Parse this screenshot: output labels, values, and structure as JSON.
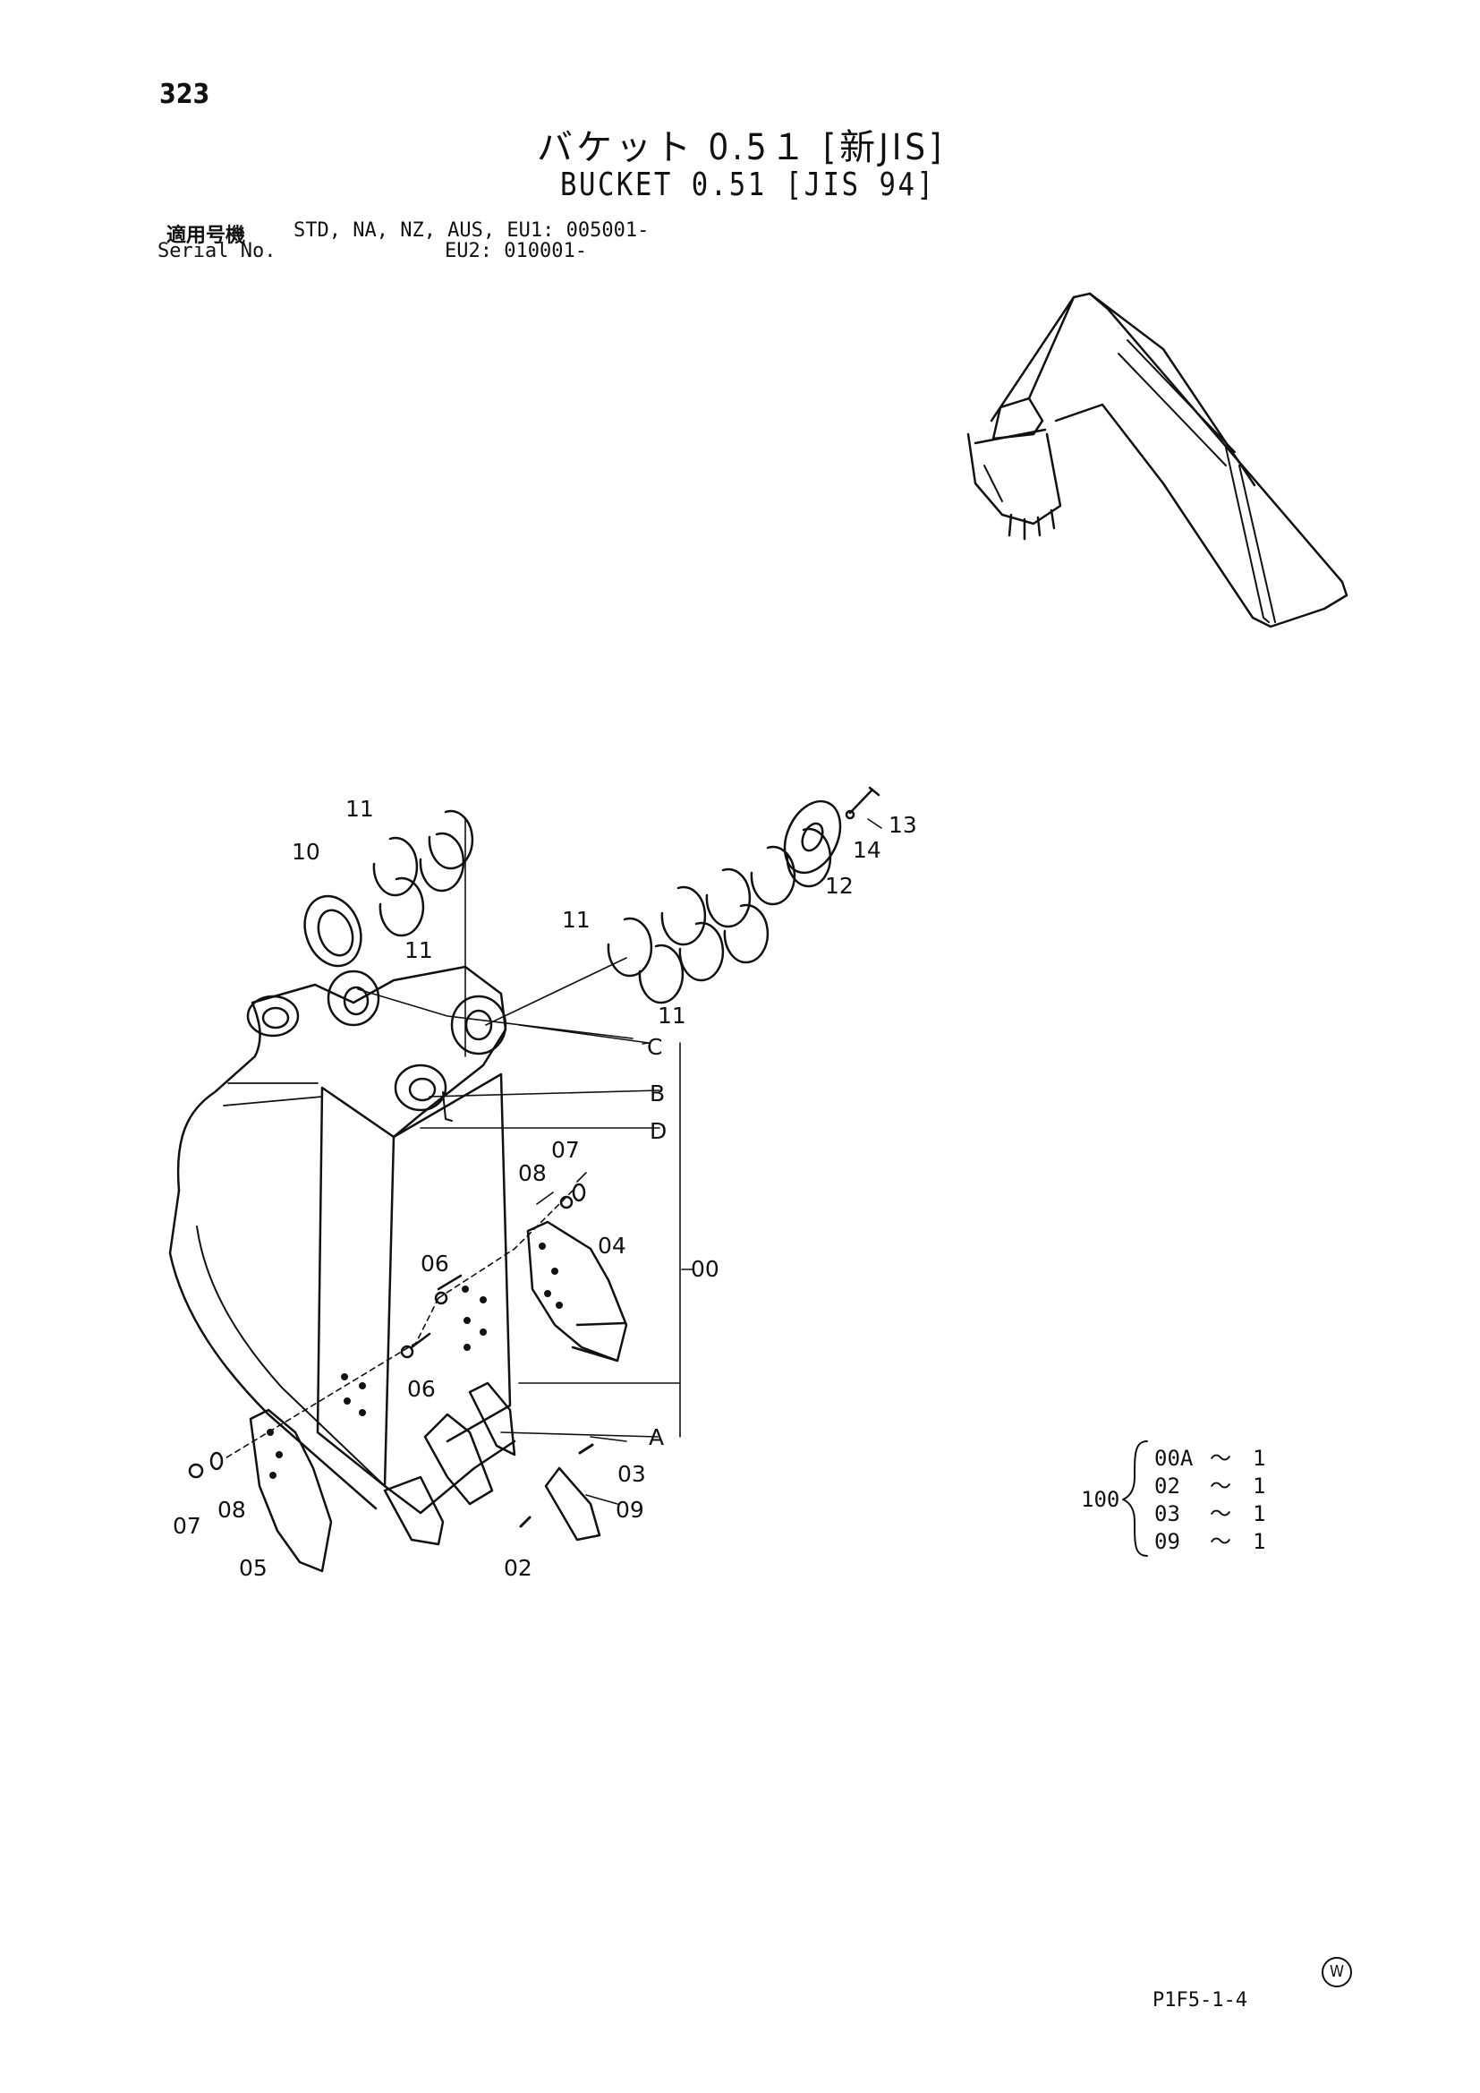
{
  "page_number": "323",
  "title": {
    "jp": "バケット 0.5１ [新JIS]",
    "en": "BUCKET 0.51 [JIS 94]"
  },
  "serial": {
    "label_jp": "適用号機",
    "label_en": "Serial No.",
    "line1": "STD, NA, NZ, AUS, EU1: 005001-",
    "line2": "EU2: 010001-"
  },
  "callouts": {
    "p00": "00",
    "p02": "02",
    "p03": "03",
    "p04": "04",
    "p05": "05",
    "p06a": "06",
    "p06b": "06",
    "p07a": "07",
    "p07b": "07",
    "p08a": "08",
    "p08b": "08",
    "p09": "09",
    "p10": "10",
    "p11a": "11",
    "p11b": "11",
    "p11c": "11",
    "p11d": "11",
    "p12": "12",
    "p13": "13",
    "p14": "14",
    "refA": "A",
    "refB": "B",
    "refC": "C",
    "refD": "D"
  },
  "assembly_note": {
    "id": "100",
    "rows": [
      {
        "part": "00A",
        "sym": "～",
        "qty": "1"
      },
      {
        "part": "02",
        "sym": "～",
        "qty": "1"
      },
      {
        "part": "03",
        "sym": "～",
        "qty": "1"
      },
      {
        "part": "09",
        "sym": "～",
        "qty": "1"
      }
    ]
  },
  "page_code": "P1F5-1-4",
  "mark": "W"
}
